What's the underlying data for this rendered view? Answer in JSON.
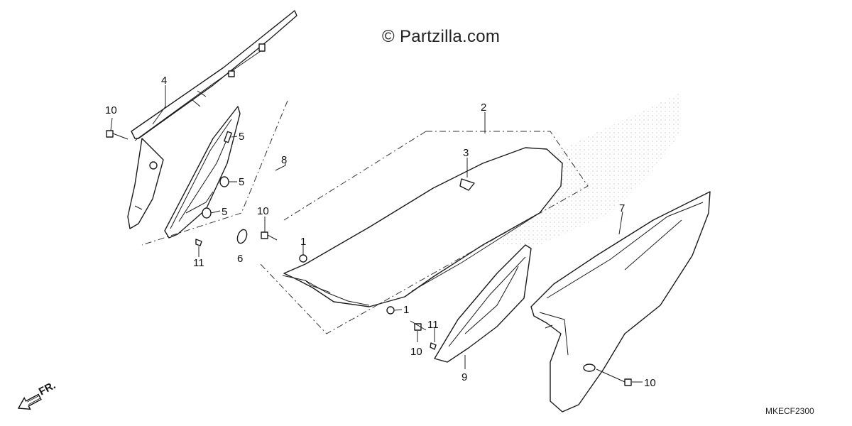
{
  "watermark": "© Partzilla.com",
  "diagram_code": "MKECF2300",
  "front_arrow_label": "FR.",
  "callouts": {
    "seat_bolt_left_no": "1",
    "seat_bolt_right_no": "1",
    "seat_no": "2",
    "seat_hook_no": "3",
    "rear_fender_left_no": "4",
    "grommet_top_no": "5",
    "grommet_mid_no": "5",
    "grommet_low_no": "5",
    "collar_no": "6",
    "side_cover_right_no": "7",
    "side_cover_left_set_no": "8",
    "tank_shroud_small_no": "9",
    "bolt_top_left_no": "10",
    "bolt_mid_no": "10",
    "bolt_lower_no": "10",
    "bolt_right_no": "10",
    "clip_left_no": "11",
    "clip_lower_no": "11"
  },
  "icons": {
    "front_arrow": "arrow-down-left-icon"
  }
}
